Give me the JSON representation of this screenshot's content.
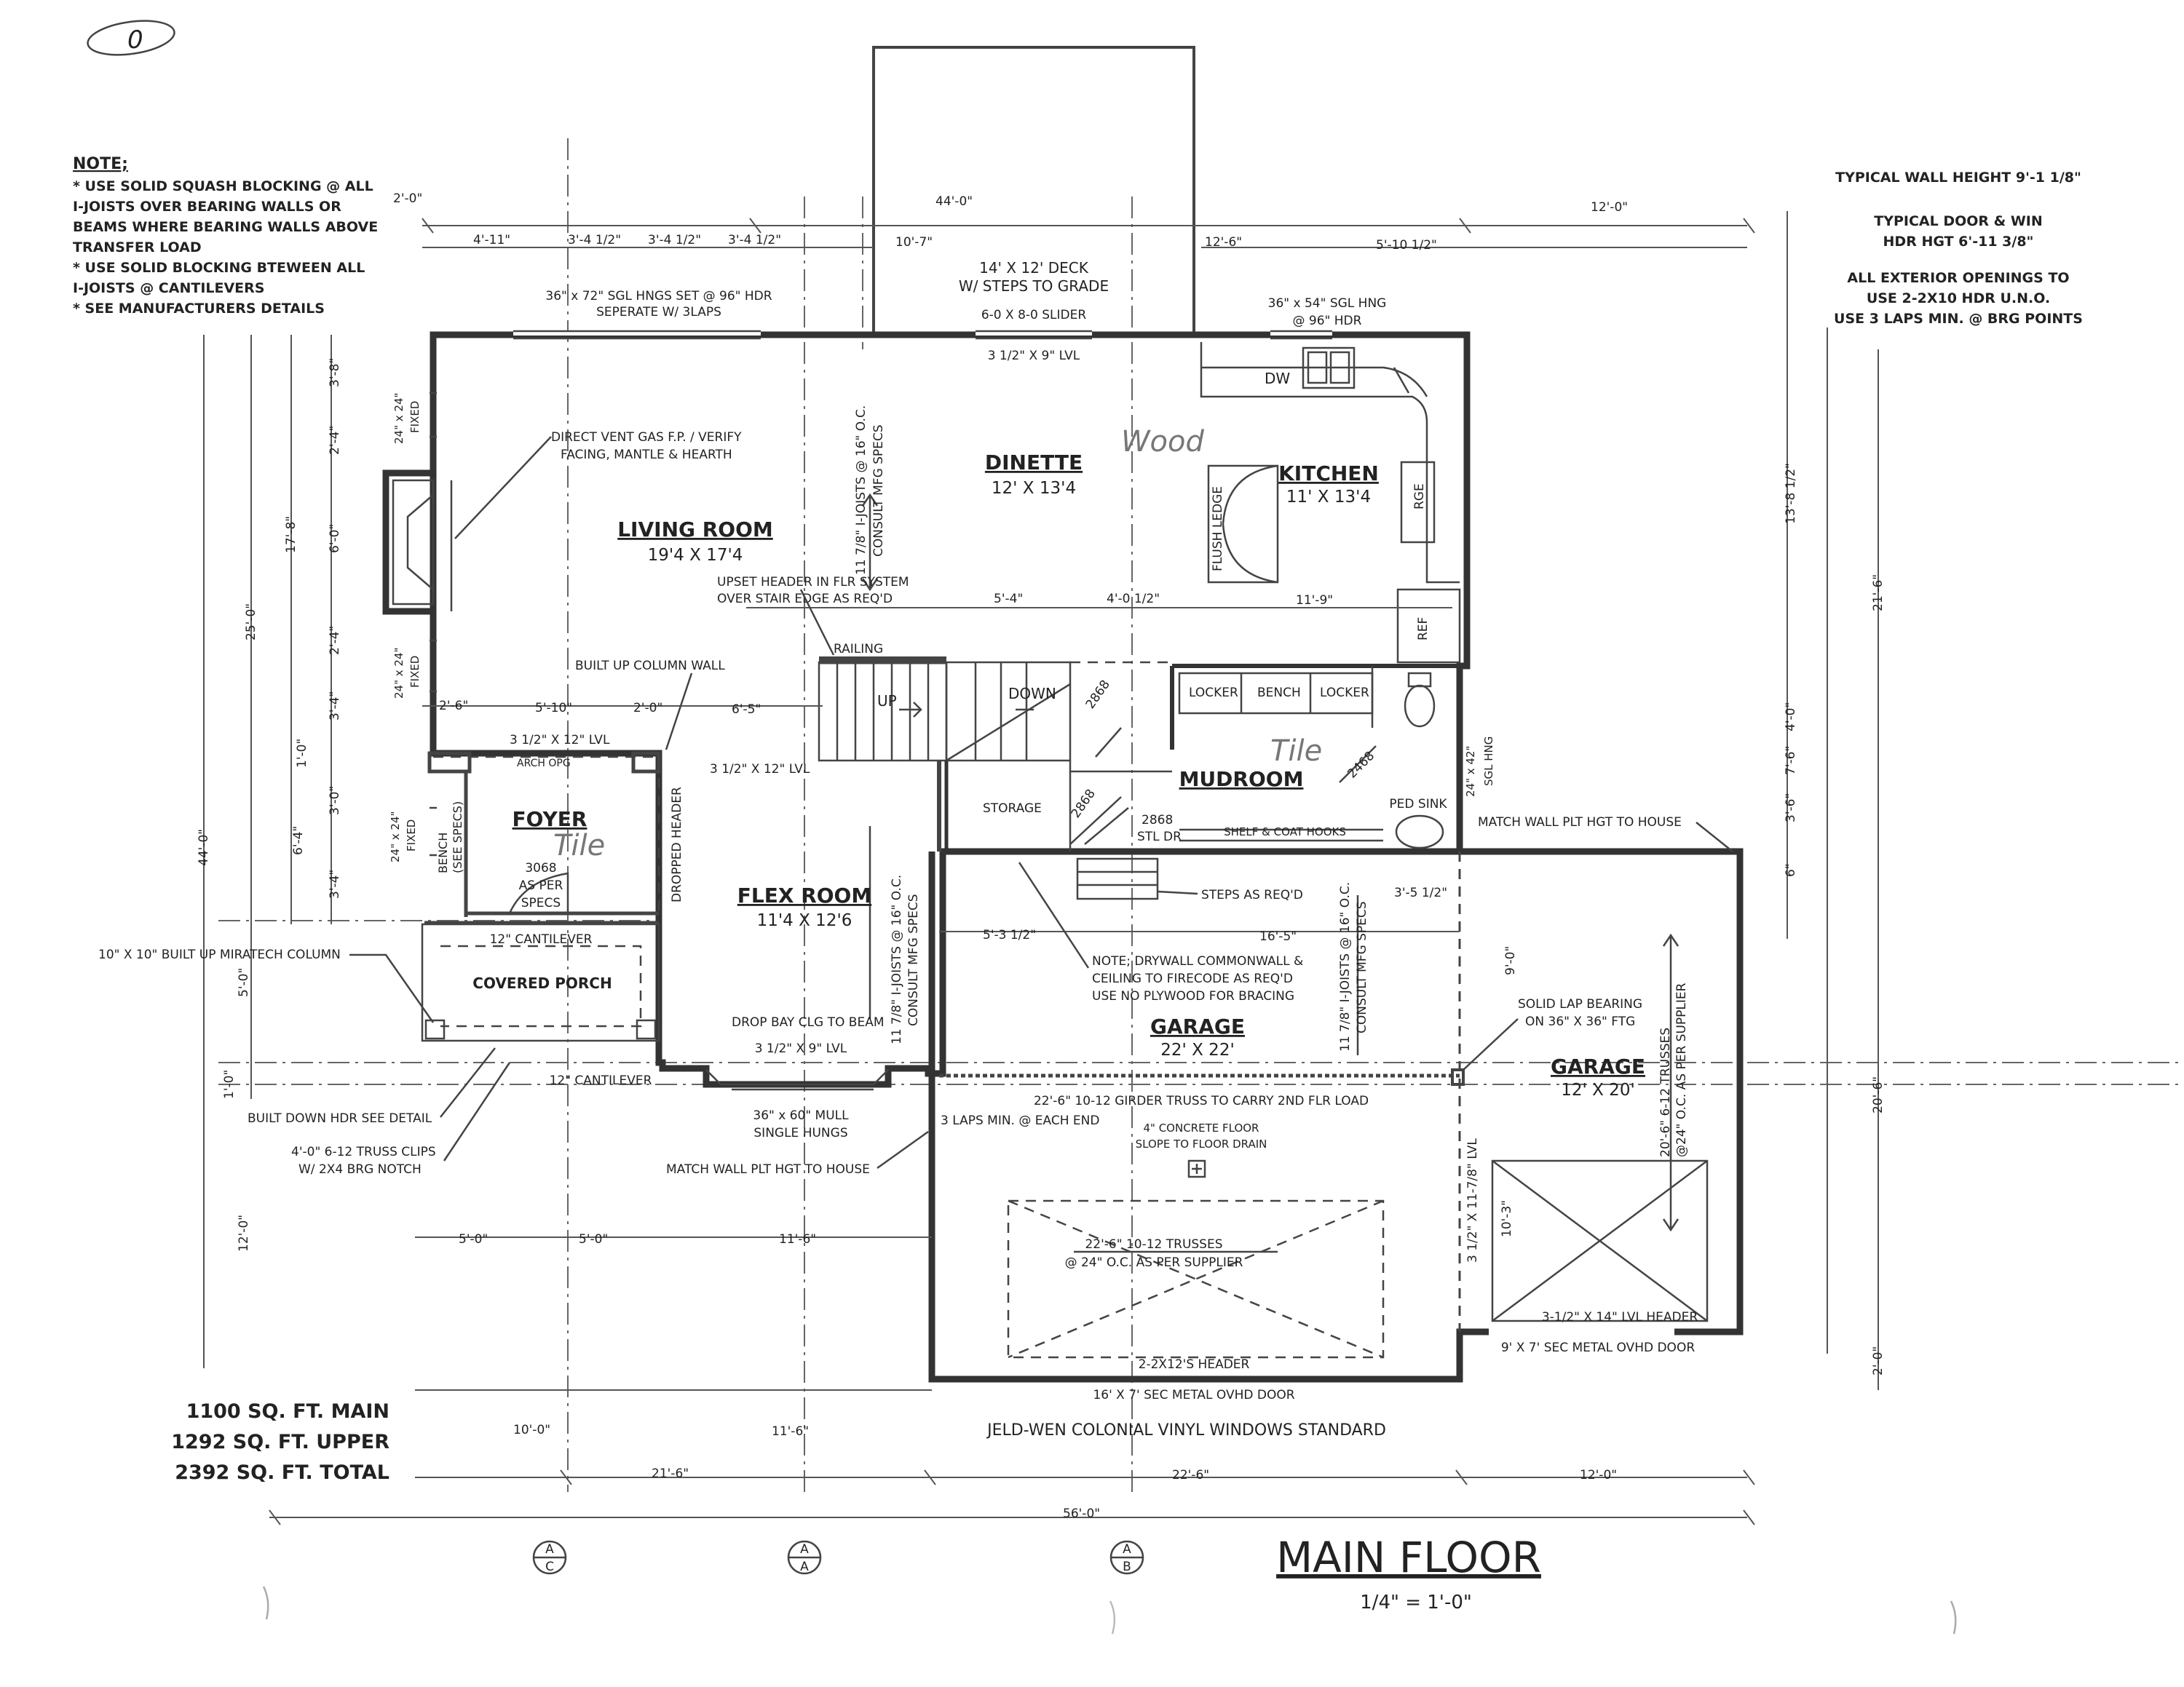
{
  "notes": {
    "heading": "NOTE;",
    "lines": [
      "* USE SOLID SQUASH BLOCKING @ ALL",
      "I-JOISTS OVER BEARING WALLS OR",
      "BEAMS WHERE BEARING WALLS ABOVE",
      "TRANSFER LOAD",
      "* USE SOLID BLOCKING BTEWEEN ALL",
      "I-JOISTS @ CANTILEVERS",
      "* SEE MANUFACTURERS DETAILS"
    ]
  },
  "top_right": {
    "wall_height": "TYPICAL WALL HEIGHT 9'-1 1/8\"",
    "door_win_1": "TYPICAL DOOR & WIN",
    "door_win_2": "HDR HGT 6'-11 3/8\"",
    "openings_1": "ALL EXTERIOR OPENINGS TO",
    "openings_2": "USE 2-2X10 HDR U.N.O.",
    "openings_3": "USE 3 LAPS MIN. @ BRG POINTS"
  },
  "rooms": {
    "deck_name": "14' X 12' DECK",
    "deck_sub": "W/ STEPS TO GRADE",
    "living_name": "LIVING ROOM",
    "living_size": "19'4 X 17'4",
    "dinette_name": "DINETTE",
    "dinette_size": "12' X 13'4",
    "kitchen_name": "KITCHEN",
    "kitchen_size": "11' X 13'4",
    "foyer_name": "FOYER",
    "flex_name": "FLEX ROOM",
    "flex_size": "11'4 X 12'6",
    "mudroom_name": "MUDROOM",
    "garage1_name": "GARAGE",
    "garage1_size": "22' X 22'",
    "garage2_name": "GARAGE",
    "garage2_size": "12' X 20'",
    "porch_name": "COVERED PORCH"
  },
  "handwritten": {
    "wood": "Wood",
    "tile1": "Tile",
    "tile2": "Tile"
  },
  "labels": {
    "slider": "6-0 X 8-0 SLIDER",
    "lvl_top": "3 1/2\" X 9\" LVL",
    "hng_left_1": "36\" x 72\" SGL HNGS SET @ 96\" HDR",
    "hng_left_2": "SEPERATE W/ 3LAPS",
    "hng_right_1": "36\" x 54\" SGL HNG",
    "hng_right_2": "@ 96\" HDR",
    "fireplace_1": "DIRECT VENT GAS F.P. / VERIFY",
    "fireplace_2": "FACING, MANTLE & HEARTH",
    "joists_living_1": "11 7/8\" I-JOISTS @ 16\" O.C.",
    "joists_living_2": "CONSULT MFG SPECS",
    "upset_1": "UPSET HEADER IN FLR SYSTEM",
    "upset_2": "OVER STAIR EDGE AS REQ'D",
    "railing": "RAILING",
    "column_wall": "BUILT UP COLUMN WALL",
    "up": "UP",
    "down": "DOWN",
    "lvl_12_a": "3 1/2\" X 12\" LVL",
    "lvl_12_b": "3 1/2\" X 12\" LVL",
    "arch": "ARCH OPG",
    "storage": "STORAGE",
    "door_2868_a": "2868",
    "door_2868_b": "2868",
    "door_2868_c": "2868",
    "stl_dr": "STL DR",
    "door_2468": "2468",
    "locker1": "LOCKER",
    "bench": "BENCH",
    "locker2": "LOCKER",
    "shelf": "SHELF & COAT HOOKS",
    "ped_sink": "PED SINK",
    "dw": "DW",
    "rge": "RGE",
    "ref": "REF",
    "flush_ledge": "FLUSH LEDGE",
    "win_24x42_1": "24\" x 42\"",
    "win_24x42_2": "SGL HNG",
    "fixed_1a": "24\" x 24\"",
    "fixed_1b": "FIXED",
    "fixed_2a": "24\" x 24\"",
    "fixed_2b": "FIXED",
    "fixed_3a": "24\" x 24\"",
    "fixed_3b": "FIXED",
    "bench_foyer_1": "BENCH",
    "bench_foyer_2": "(SEE SPECS)",
    "door_3068_1": "3068",
    "door_3068_2": "AS PER",
    "door_3068_3": "SPECS",
    "dropped_header": "DROPPED HEADER",
    "cantilever_porch": "12\" CANTILEVER",
    "cantilever_low": "12\" CANTILEVER",
    "miratech": "10\" X 10\" BUILT UP MIRATECH COLUMN",
    "joists_flex_1": "11 7/8\" I-JOISTS @ 16\" O.C.",
    "joists_flex_2": "CONSULT MFG SPECS",
    "drop_bay": "DROP BAY CLG TO BEAM",
    "lvl_flex": "3 1/2\" X 9\" LVL",
    "mull_1": "36\" x 60\" MULL",
    "mull_2": "SINGLE HUNGS",
    "built_down": "BUILT DOWN HDR SEE DETAIL",
    "truss_clips_1": "4'-0\" 6-12 TRUSS CLIPS",
    "truss_clips_2": "W/ 2X4 BRG NOTCH",
    "match_left": "MATCH WALL PLT HGT TO HOUSE",
    "match_right": "MATCH WALL PLT HGT TO HOUSE",
    "steps": "STEPS AS REQ'D",
    "drywall_1": "NOTE; DRYWALL COMMONWALL &",
    "drywall_2": "CEILING TO FIRECODE AS REQ'D",
    "drywall_3": "USE NO PLYWOOD FOR BRACING",
    "joists_garage_1": "11 7/8\" I-JOISTS @ 16\" O.C.",
    "joists_garage_2": "CONSULT MFG SPECS",
    "solid_lap_1": "SOLID LAP BEARING",
    "solid_lap_2": "ON 36\" X 36\" FTG",
    "girder": "22'-6\" 10-12 GIRDER TRUSS TO CARRY 2ND FLR LOAD",
    "laps_min": "3 LAPS MIN. @ EACH END",
    "concrete_1": "4\" CONCRETE FLOOR",
    "concrete_2": "SLOPE TO FLOOR DRAIN",
    "trusses_main_1": "22'-6\" 10-12 TRUSSES",
    "trusses_main_2": "@ 24\" O.C. AS PER SUPPLIER",
    "trusses_side_1": "20'-6\" 6-12 TRUSSES",
    "trusses_side_2": "@24\" O.C. AS PER SUPPLIER",
    "header_2x12": "2-2X12'S HEADER",
    "door_16x7": "16' X 7' SEC METAL OVHD DOOR",
    "lvl_header_side": "3-1/2\" X 14\" LVL HEADER",
    "door_9x7": "9' X 7' SEC METAL OVHD DOOR",
    "lvl_vertical": "3 1/2\" X 11-7/8\" LVL",
    "windows_std": "JELD-WEN COLONIAL VINYL WINDOWS STANDARD"
  },
  "dimensions": {
    "d_2_0_top": "2'-0\"",
    "d_4_11": "4'-11\"",
    "d_3_4a": "3'-4 1/2\"",
    "d_3_4b": "3'-4 1/2\"",
    "d_3_4c": "3'-4 1/2\"",
    "d_44_0": "44'-0\"",
    "d_10_7": "10'-7\"",
    "d_12_6": "12'-6\"",
    "d_5_10": "5'-10 1/2\"",
    "d_12_0_top": "12'-0\"",
    "d_5_4": "5'-4\"",
    "d_4_0": "4'-0 1/2\"",
    "d_11_9": "11'-9\"",
    "d_2_6": "2'-6\"",
    "d_5_10b": "5'-10\"",
    "d_2_0b": "2'-0\"",
    "d_6_5": "6'-5\"",
    "d_5_3": "5'-3 1/2\"",
    "d_16_5": "16'-5\"",
    "d_3_5": "3'-5 1/2\"",
    "d_5_0a": "5'-0\"",
    "d_5_0b": "5'-0\"",
    "d_11_6a": "11'-6\"",
    "d_10_0": "10'-0\"",
    "d_11_6b": "11'-6\"",
    "d_21_6": "21'-6\"",
    "d_22_6": "22'-6\"",
    "d_12_0_bot": "12'-0\"",
    "d_56_0": "56'-0\"",
    "v_3_8": "3'-8\"",
    "v_2_4a": "2'-4\"",
    "v_6_0": "6'-0\"",
    "v_17_8": "17'-8\"",
    "v_2_4b": "2'-4\"",
    "v_25_0": "25'-0\"",
    "v_3_4": "3'-4\"",
    "v_1_0": "1'-0\"",
    "v_3_0": "3'-0\"",
    "v_6_4": "6'-4\"",
    "v_3_4b": "3'-4\"",
    "v_44_0": "44'-0\"",
    "v_5_0": "5'-0\"",
    "v_1_0b": "1'-0\"",
    "v_12_0": "12'-0\"",
    "v_13_8": "13'-8 1/2\"",
    "v_21_6": "21'-6\"",
    "v_4_0": "4'-0\"",
    "v_7_6": "7'-6\"",
    "v_3_6": "3'-6\"",
    "v_6": "6\"",
    "v_20_6": "20'-6\"",
    "v_2_0": "2'-0\"",
    "v_9_0": "9'-0\"",
    "v_10_3": "10'-3\""
  },
  "summary": {
    "main": "1100 SQ. FT. MAIN",
    "upper": "1292 SQ. FT. UPPER",
    "total": "2392 SQ. FT. TOTAL"
  },
  "grid_markers": [
    {
      "top": "A",
      "bottom": "C"
    },
    {
      "top": "A",
      "bottom": "A"
    },
    {
      "top": "A",
      "bottom": "B"
    }
  ],
  "title": {
    "main": "MAIN FLOOR",
    "scale": "1/4\" = 1'-0\""
  },
  "corner_mark": "0"
}
